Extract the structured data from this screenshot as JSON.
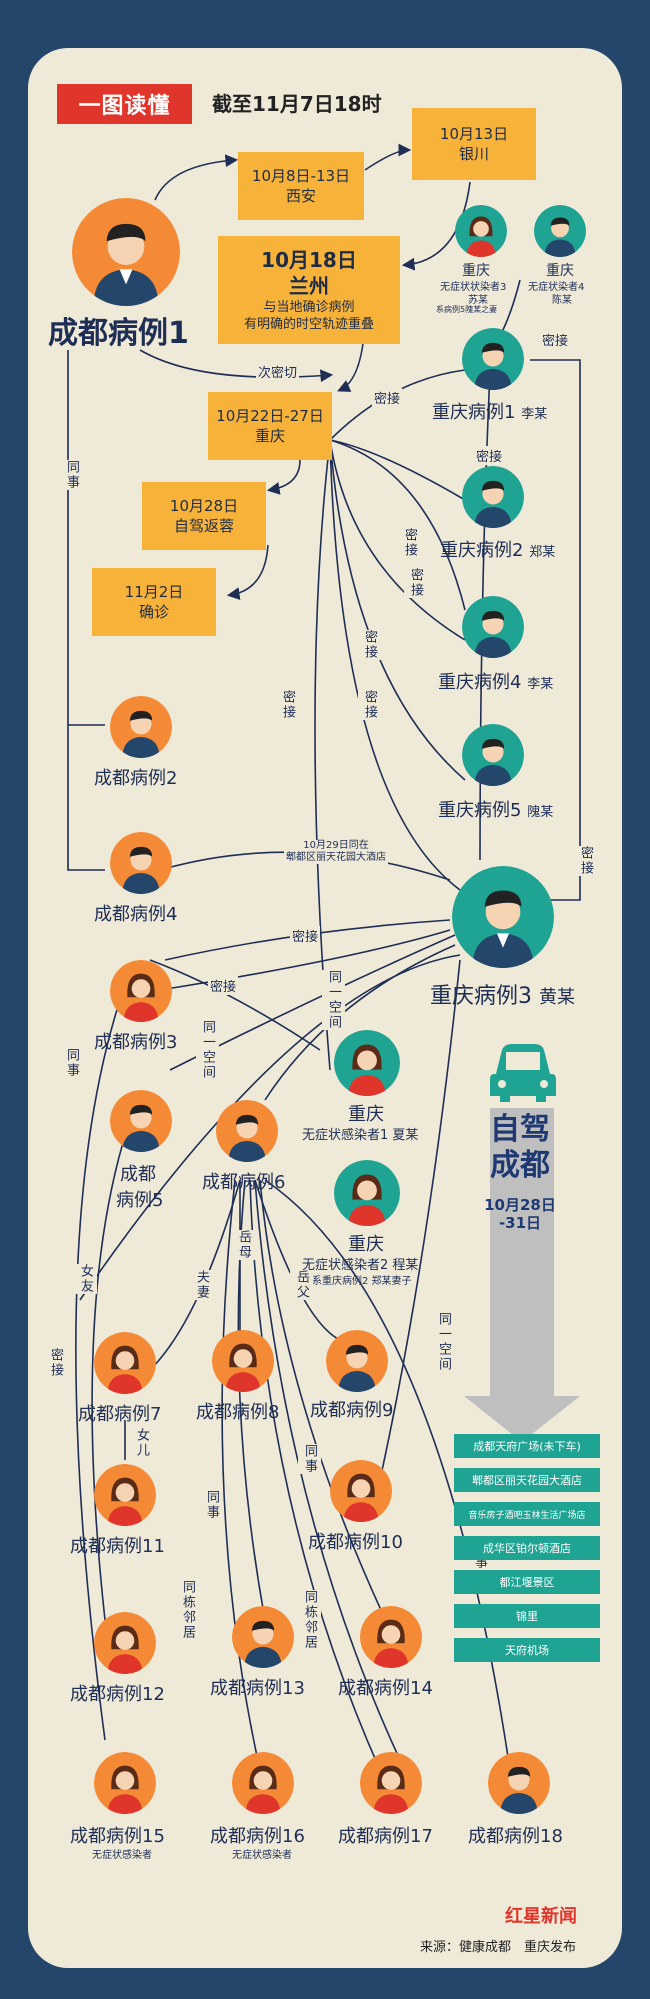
{
  "header": {
    "badge": "一图读懂",
    "date": "截至11月7日18时"
  },
  "timeline": {
    "xian": {
      "date": "10月8日-13日",
      "place": "西安"
    },
    "yinchuan": {
      "date": "10月13日",
      "place": "银川"
    },
    "lanzhou": {
      "date": "10月18日",
      "place": "兰州",
      "note1": "与当地确诊病例",
      "note2": "有明确的时空轨迹重叠"
    },
    "chongqing": {
      "date": "10月22日-27日",
      "place": "重庆"
    },
    "return": {
      "date": "10月28日",
      "note": "自驾返蓉"
    },
    "diagnosis": {
      "date": "11月2日",
      "note": "确诊"
    }
  },
  "nodes": {
    "cd1": "成都病例1",
    "cd2": "成都病例2",
    "cd3": "成都病例3",
    "cd4": "成都病例4",
    "cd5a": "成都",
    "cd5b": "病例5",
    "cd6": "成都病例6",
    "cd7": "成都病例7",
    "cd8": "成都病例8",
    "cd9": "成都病例9",
    "cd10": "成都病例10",
    "cd11": "成都病例11",
    "cd12": "成都病例12",
    "cd13": "成都病例13",
    "cd14": "成都病例14",
    "cd15": "成都病例15",
    "cd15_note": "无症状感染者",
    "cd16": "成都病例16",
    "cd16_note": "无症状感染者",
    "cd17": "成都病例17",
    "cd18": "成都病例18",
    "cq1": "重庆病例1",
    "cq1_name": "李某",
    "cq2": "重庆病例2",
    "cq2_name": "郑某",
    "cq3": "重庆病例3",
    "cq3_name": "黄某",
    "cq4": "重庆病例4",
    "cq4_name": "李某",
    "cq5": "重庆病例5",
    "cq5_name": "隗某",
    "asym3_city": "重庆",
    "asym3_desc": "无症状状染者3",
    "asym3_name": "苏某",
    "asym3_note": "系病例5隗某之妻",
    "asym4_city": "重庆",
    "asym4_desc": "无症状染者4",
    "asym4_name": "陈某",
    "asym1_city": "重庆",
    "asym1_desc": "无症状感染者1 夏某",
    "asym2_city": "重庆",
    "asym2_desc": "无症状感染者2 程某",
    "asym2_note": "系重庆病例2 郑某妻子"
  },
  "edges": {
    "cimiqie": "次密切",
    "tongshi": "同事",
    "mijie": "密接",
    "hotel": "10月29日同在",
    "hotel2": "郫都区丽天花园大酒店",
    "tongyikongjian": "同一空间",
    "nvyou": "女友",
    "fuqi": "夫妻",
    "yuemu": "岳母",
    "yuefu": "岳父",
    "nver": "女儿",
    "tongdonglinju": "同栋邻居"
  },
  "selfdrive": {
    "title1": "自驾",
    "title2": "成都",
    "date1": "10月28日",
    "date2": "-31日",
    "route": [
      "成都天府广场(未下车)",
      "郫都区丽天花园大酒店",
      "音乐房子酒吧玉林生活广场店",
      "成华区铂尔顿酒店",
      "都江堰景区",
      "锦里",
      "天府机场"
    ]
  },
  "footer": {
    "logo": "红星新闻",
    "source": "来源：健康成都　重庆发布"
  },
  "colors": {
    "background": "#24466a",
    "panel": "#efe9d8",
    "box": "#f7b23a",
    "avatar_orange": "#f48a35",
    "avatar_teal": "#1fa393",
    "badge": "#e0352b",
    "route": "#1fa393"
  }
}
